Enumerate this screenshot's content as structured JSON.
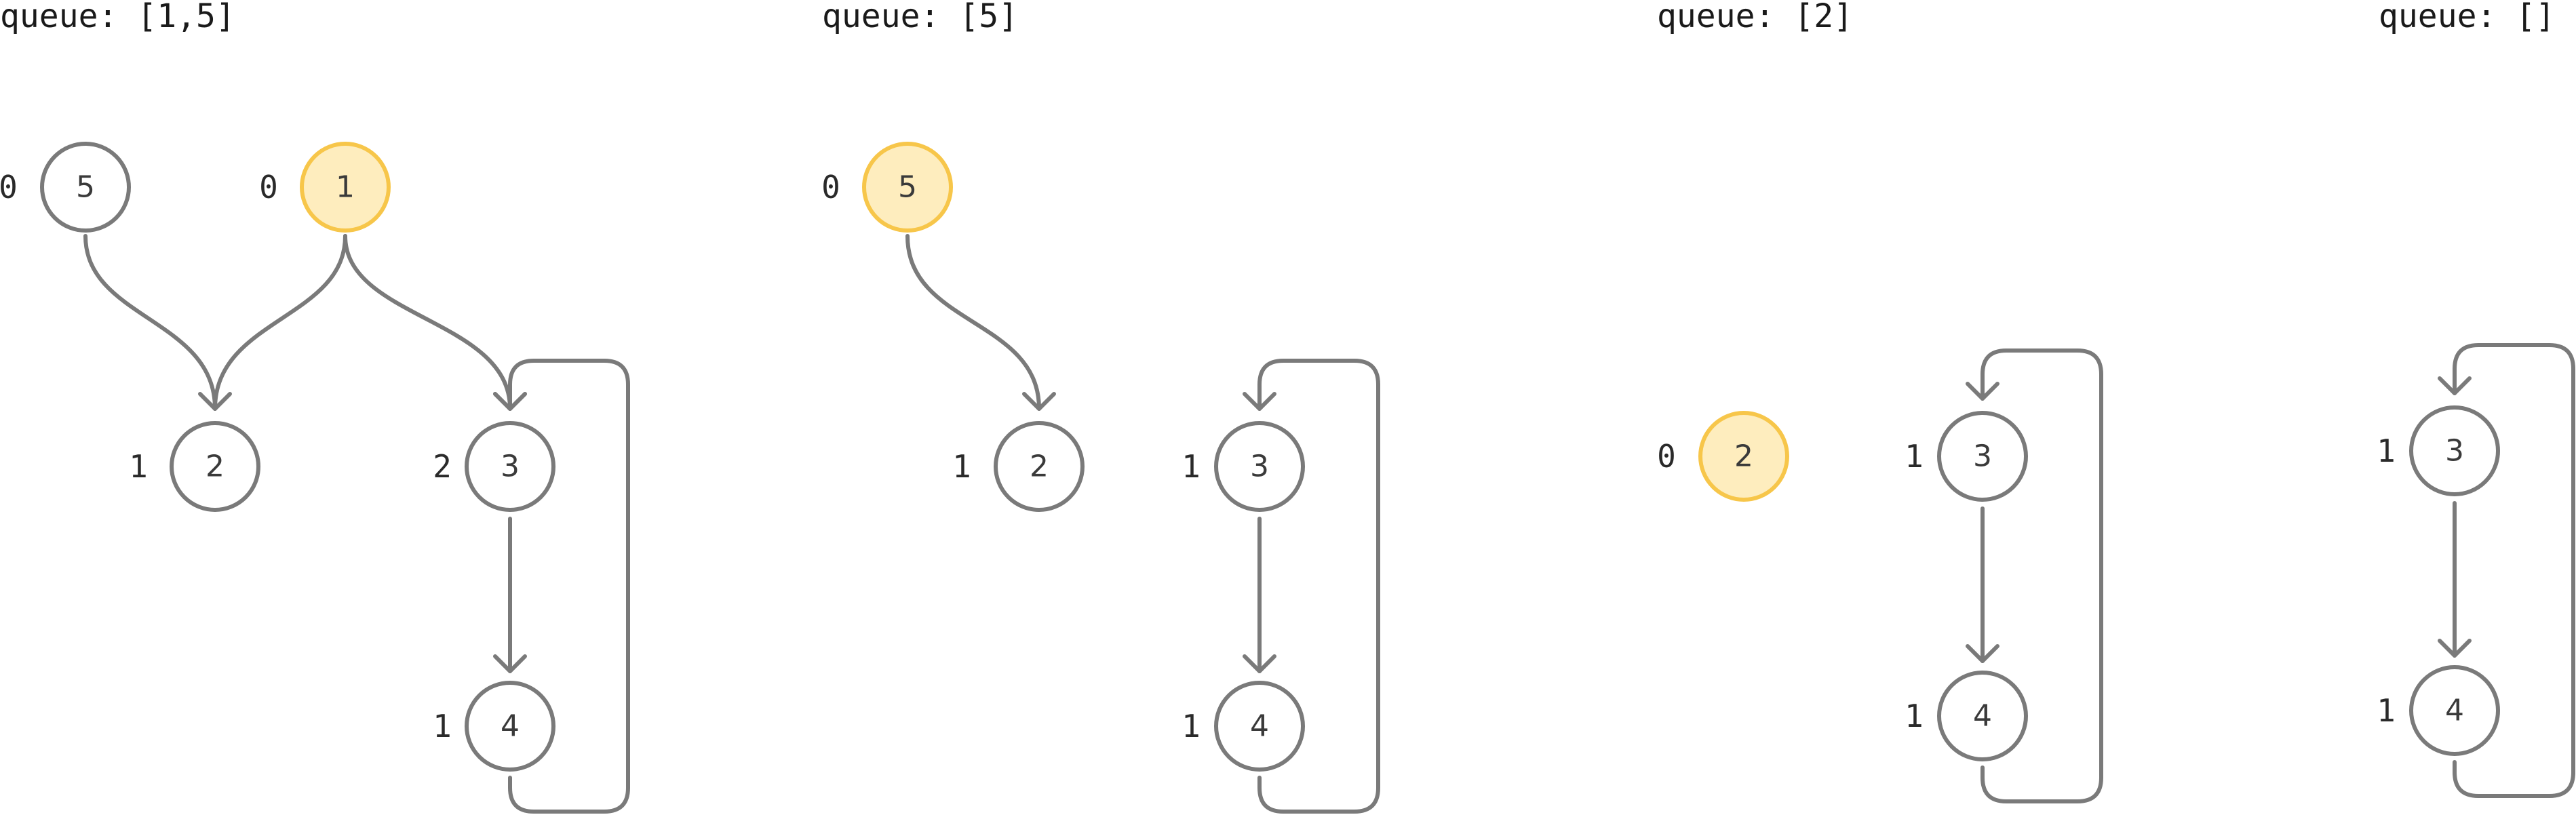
{
  "panels": [
    {
      "queue": "queue: [1,5]",
      "nodes": [
        {
          "id": "5",
          "label": "5",
          "degree": "0",
          "active": false
        },
        {
          "id": "1",
          "label": "1",
          "degree": "0",
          "active": true
        },
        {
          "id": "2",
          "label": "2",
          "degree": "1",
          "active": false
        },
        {
          "id": "3",
          "label": "3",
          "degree": "2",
          "active": false
        },
        {
          "id": "4",
          "label": "4",
          "degree": "1",
          "active": false
        }
      ],
      "edges": [
        {
          "from": "5",
          "to": "2"
        },
        {
          "from": "1",
          "to": "2"
        },
        {
          "from": "1",
          "to": "3"
        },
        {
          "from": "3",
          "to": "4"
        },
        {
          "from": "4",
          "to": "3"
        }
      ]
    },
    {
      "queue": "queue: [5]",
      "nodes": [
        {
          "id": "5",
          "label": "5",
          "degree": "0",
          "active": true
        },
        {
          "id": "2",
          "label": "2",
          "degree": "1",
          "active": false
        },
        {
          "id": "3",
          "label": "3",
          "degree": "1",
          "active": false
        },
        {
          "id": "4",
          "label": "4",
          "degree": "1",
          "active": false
        }
      ],
      "edges": [
        {
          "from": "5",
          "to": "2"
        },
        {
          "from": "3",
          "to": "4"
        },
        {
          "from": "4",
          "to": "3"
        }
      ]
    },
    {
      "queue": "queue: [2]",
      "nodes": [
        {
          "id": "2",
          "label": "2",
          "degree": "0",
          "active": true
        },
        {
          "id": "3",
          "label": "3",
          "degree": "1",
          "active": false
        },
        {
          "id": "4",
          "label": "4",
          "degree": "1",
          "active": false
        }
      ],
      "edges": [
        {
          "from": "3",
          "to": "4"
        },
        {
          "from": "4",
          "to": "3"
        }
      ]
    },
    {
      "queue": "queue: []",
      "nodes": [
        {
          "id": "3",
          "label": "3",
          "degree": "1",
          "active": false
        },
        {
          "id": "4",
          "label": "4",
          "degree": "1",
          "active": false
        }
      ],
      "edges": [
        {
          "from": "3",
          "to": "4"
        },
        {
          "from": "4",
          "to": "3"
        }
      ]
    }
  ],
  "colors": {
    "stroke": "#7a7a7a",
    "active_stroke": "#f7c64a",
    "active_fill": "#feedbe"
  }
}
